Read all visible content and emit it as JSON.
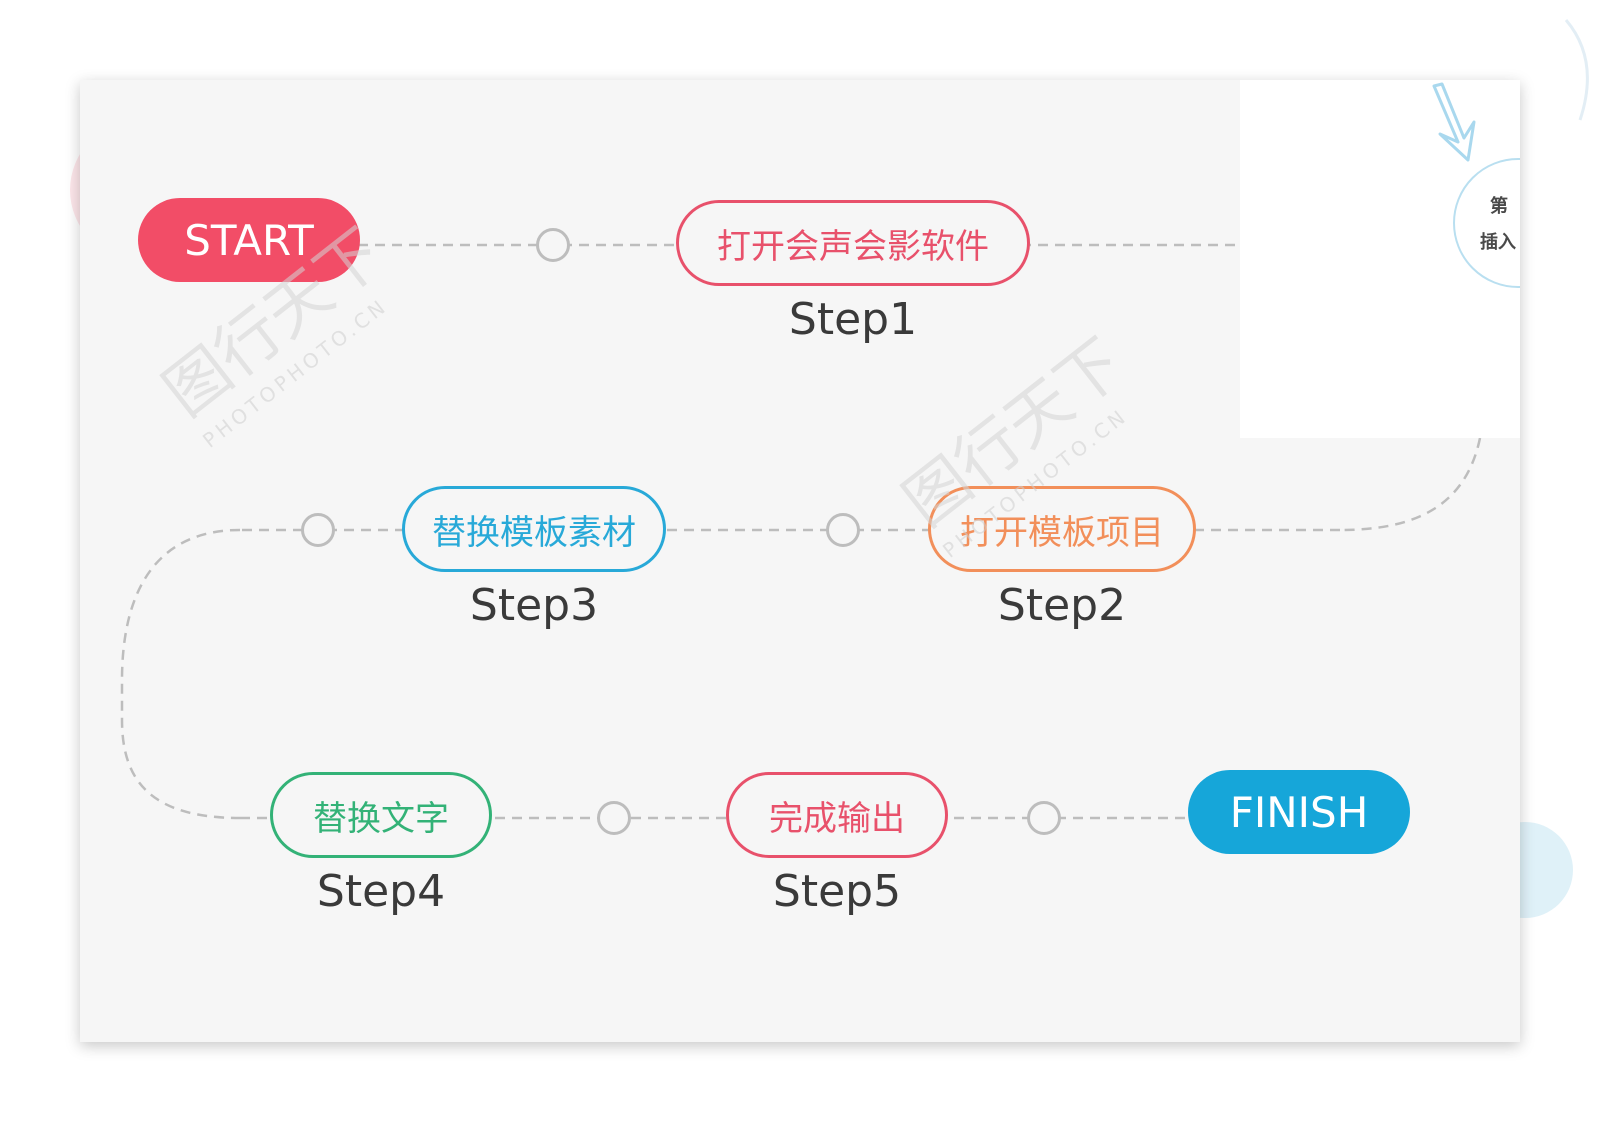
{
  "start_label": "START",
  "finish_label": "FINISH",
  "steps": [
    {
      "title": "打开会声会影软件",
      "label": "Step1",
      "color": "#e8516b"
    },
    {
      "title": "打开模板项目",
      "label": "Step2",
      "color": "#f28f5a"
    },
    {
      "title": "替换模板素材",
      "label": "Step3",
      "color": "#28a9d8"
    },
    {
      "title": "替换文字",
      "label": "Step4",
      "color": "#33b277"
    },
    {
      "title": "完成输出",
      "label": "Step5",
      "color": "#e8516b"
    }
  ],
  "colors": {
    "start": "#f24d67",
    "finish": "#16a6d9",
    "node": "#bdbdbd",
    "path": "#bdbdbd"
  },
  "peek": {
    "line1": "第",
    "line2": "插入"
  },
  "watermark": {
    "cn": "图行天下",
    "en": "PHOTOPHOTO.CN"
  }
}
